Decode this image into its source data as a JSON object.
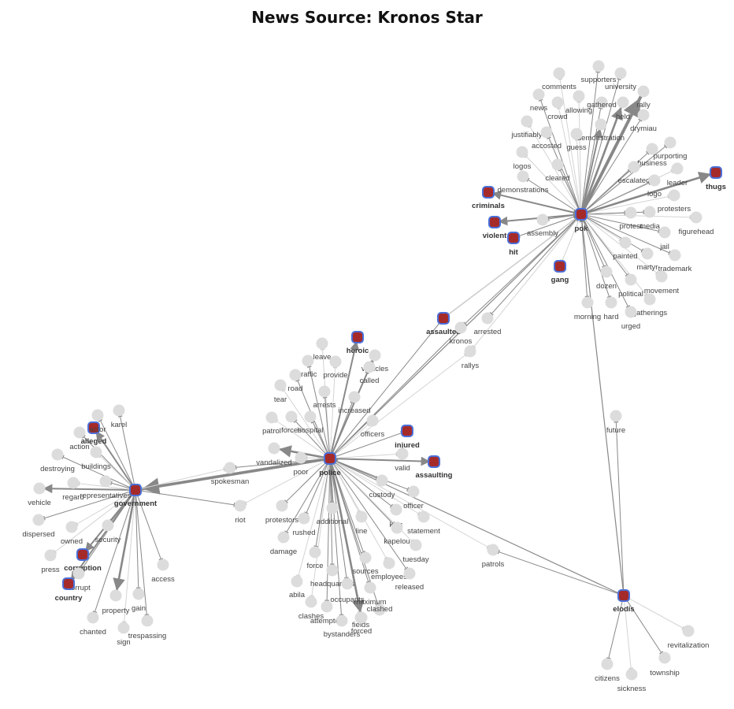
{
  "title": "News Source: Kronos Star",
  "colors": {
    "highlight_fill": "#a52a2a",
    "highlight_stroke": "#4a6fd8",
    "node_fill": "#dcdcdc",
    "edge": "#888888",
    "edge_light": "#d4d4d4"
  },
  "hubs": [
    "pok",
    "police",
    "government",
    "elodis"
  ],
  "highlighted": [
    "thugs",
    "criminals",
    "violent",
    "hit",
    "gang",
    "assaulted",
    "heroic",
    "injured",
    "assaulting",
    "alleged",
    "corruption",
    "country",
    "pok",
    "police",
    "government",
    "elodis"
  ],
  "nodes": [
    "pok",
    "supporters",
    "comments",
    "university",
    "news",
    "allowing",
    "gathered",
    "rally",
    "crowd",
    "held",
    "drymiau",
    "justifiably",
    "demonstration",
    "accosted",
    "guess",
    "purporting",
    "business",
    "logos",
    "cleared",
    "escalated",
    "leader",
    "demonstrations",
    "logo",
    "criminals",
    "protesters",
    "protest",
    "media",
    "figurehead",
    "violent",
    "assembly",
    "jail",
    "hit",
    "painted",
    "martyr",
    "trademark",
    "gang",
    "dozen",
    "political",
    "movement",
    "morning",
    "hard",
    "gatherings",
    "urged",
    "thugs",
    "assaulted",
    "arrested",
    "kronos",
    "rallys",
    "heroic",
    "leave",
    "vehicles",
    "traffic",
    "provide",
    "called",
    "road",
    "tear",
    "arrests",
    "increased",
    "patrol",
    "forces",
    "hospital",
    "officers",
    "injured",
    "vandalized",
    "police",
    "valid",
    "assaulting",
    "spokesman",
    "poor",
    "custody",
    "officer",
    "riot",
    "protestors",
    "kids",
    "statement",
    "rushed",
    "additional",
    "line",
    "kapelou",
    "damage",
    "tuesday",
    "force",
    "sources",
    "employees",
    "released",
    "headquarters",
    "abila",
    "occupants",
    "maximum",
    "clashes",
    "attempted",
    "clashed",
    "fields",
    "forced",
    "bystanders",
    "patrols",
    "government",
    "karel",
    "alleged",
    "actor",
    "action",
    "buildings",
    "destroying",
    "vehicle",
    "regard",
    "representatives",
    "dispersed",
    "owned",
    "security",
    "corruption",
    "press",
    "corrupt",
    "country",
    "property",
    "gain",
    "chanted",
    "sign",
    "trespassing",
    "access",
    "future",
    "elodis",
    "revitalization",
    "township",
    "citizens",
    "sickness"
  ],
  "edges": [
    {
      "from": "police",
      "to": "government",
      "strength": 3
    },
    {
      "from": "police",
      "to": "pok",
      "strength": 1
    },
    {
      "from": "assaulted",
      "to": "pok",
      "strength": 1
    },
    {
      "from": "elodis",
      "to": "pok",
      "strength": 1
    },
    {
      "from": "elodis",
      "to": "police",
      "strength": 1
    },
    {
      "from": "pok",
      "to": "rally",
      "strength": 3
    },
    {
      "from": "pok",
      "to": "held",
      "strength": 2
    },
    {
      "from": "pok",
      "to": "thugs",
      "strength": 2
    },
    {
      "from": "criminals",
      "to": "pok",
      "strength": 1
    },
    {
      "from": "violent",
      "to": "pok",
      "strength": 1
    }
  ]
}
